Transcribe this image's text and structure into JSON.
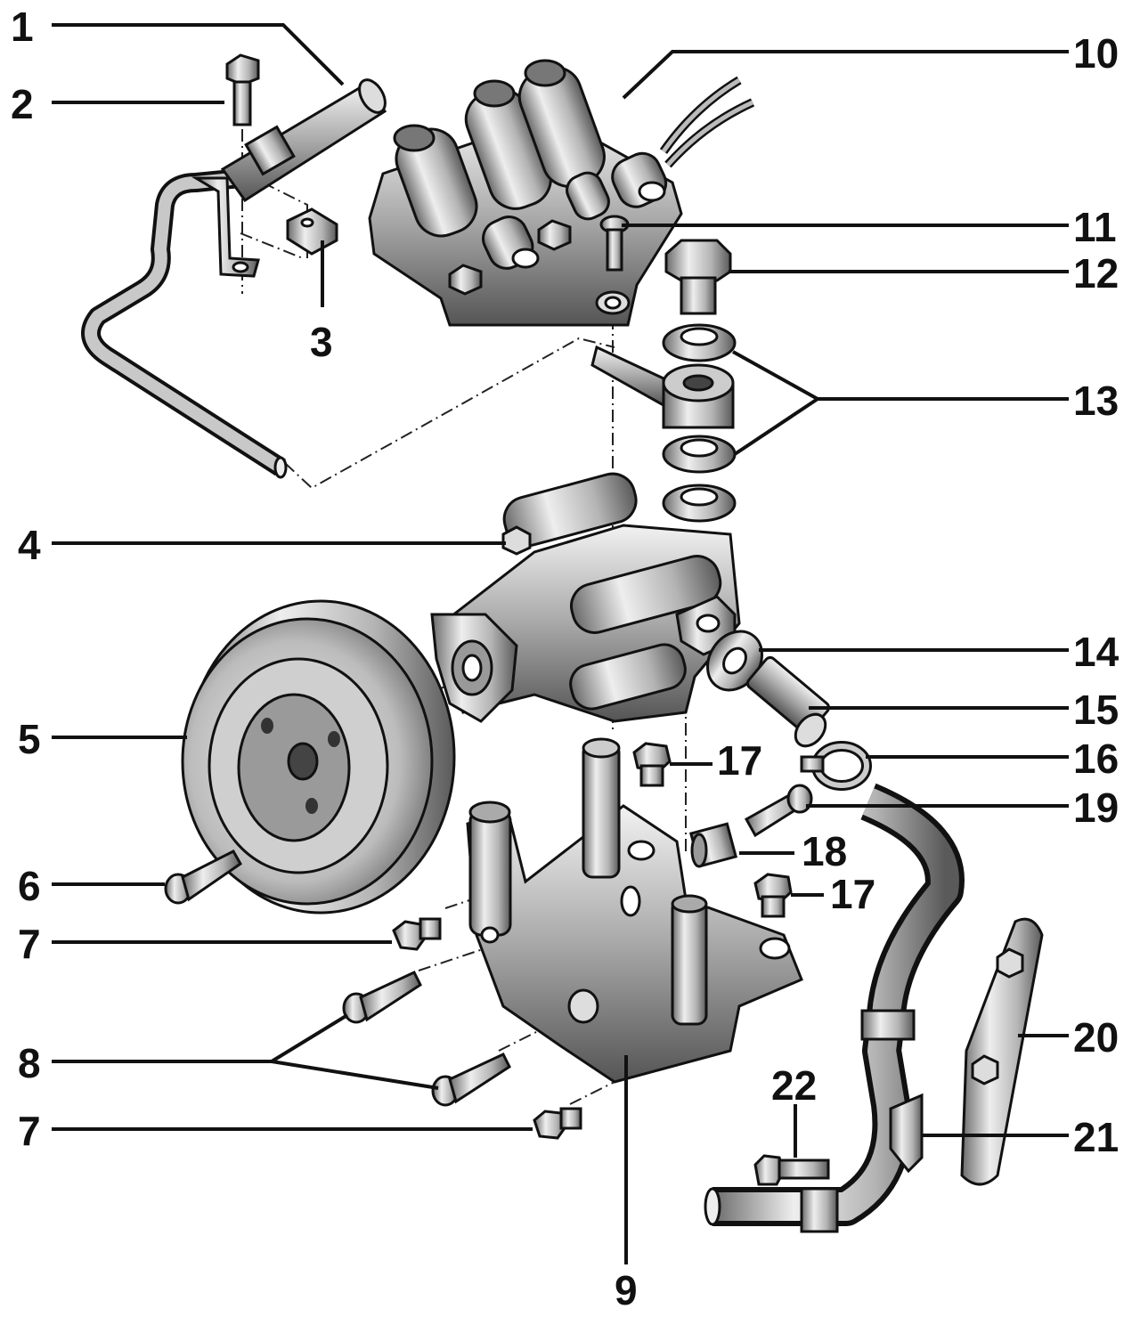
{
  "colors": {
    "background": "#ffffff",
    "ink": "#111111",
    "metal_light": "#eeeeee",
    "metal_mid": "#b4b4b4",
    "metal_dark": "#6a6a6a"
  },
  "callouts": [
    {
      "id": "1",
      "label": "1"
    },
    {
      "id": "2",
      "label": "2"
    },
    {
      "id": "3",
      "label": "3"
    },
    {
      "id": "4",
      "label": "4"
    },
    {
      "id": "5",
      "label": "5"
    },
    {
      "id": "6",
      "label": "6"
    },
    {
      "id": "7a",
      "label": "7"
    },
    {
      "id": "7b",
      "label": "7"
    },
    {
      "id": "8",
      "label": "8"
    },
    {
      "id": "9",
      "label": "9"
    },
    {
      "id": "10",
      "label": "10"
    },
    {
      "id": "11",
      "label": "11"
    },
    {
      "id": "12",
      "label": "12"
    },
    {
      "id": "13",
      "label": "13"
    },
    {
      "id": "14",
      "label": "14"
    },
    {
      "id": "15",
      "label": "15"
    },
    {
      "id": "16",
      "label": "16"
    },
    {
      "id": "17a",
      "label": "17"
    },
    {
      "id": "17b",
      "label": "17"
    },
    {
      "id": "18",
      "label": "18"
    },
    {
      "id": "19",
      "label": "19"
    },
    {
      "id": "20",
      "label": "20"
    },
    {
      "id": "21",
      "label": "21"
    },
    {
      "id": "22",
      "label": "22"
    }
  ]
}
